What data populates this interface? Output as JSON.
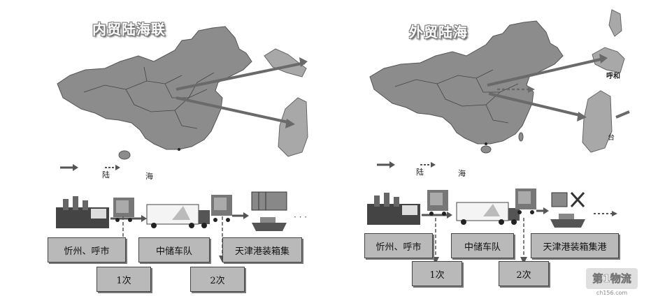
{
  "left_panel": {
    "title": "内贸陆海联",
    "legend": {
      "land_label": "陆",
      "sea_label": "海"
    },
    "origin_box": "忻州、呼市",
    "transport_box": "中储车队",
    "port_box": "天津港装箱集",
    "transfer_1": "1次",
    "transfer_2": "2次"
  },
  "right_panel": {
    "title": "外贸陆海",
    "legend": {
      "land_label": "陆",
      "sea_label": "海"
    },
    "origin_box": "忻州、呼市",
    "transport_box": "中储车队",
    "port_box": "天津港装箱集港",
    "transfer_1": "1次",
    "transfer_2": "2次"
  },
  "watermark": {
    "text": "第1物流",
    "sub": "ch156.com"
  },
  "colors": {
    "map": "#8c8c8c",
    "box": "#b9b9b9",
    "arrow": "#666666"
  }
}
